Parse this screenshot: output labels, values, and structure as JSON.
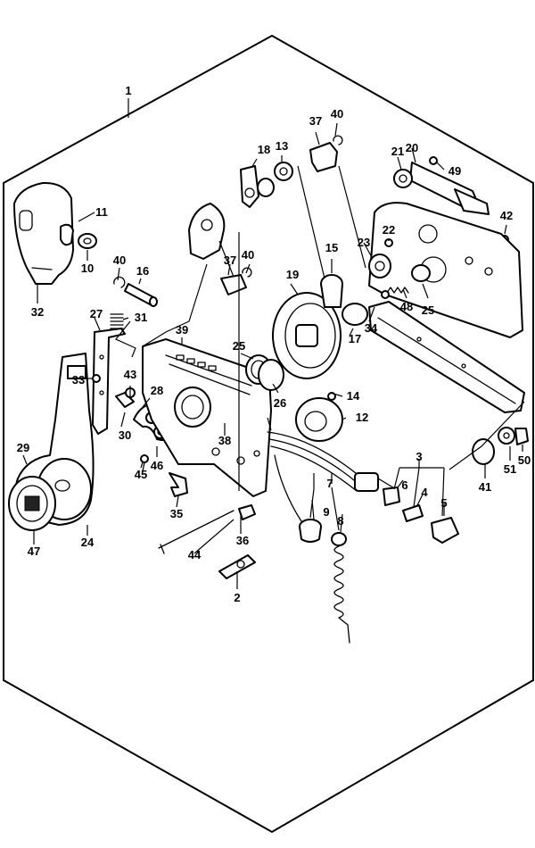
{
  "diagram": {
    "callouts": {
      "c1": "1",
      "c2": "2",
      "c3": "3",
      "c4": "4",
      "c5": "5",
      "c6": "6",
      "c7": "7",
      "c8": "8",
      "c9": "9",
      "c10": "10",
      "c11": "11",
      "c12": "12",
      "c13": "13",
      "c14": "14",
      "c15": "15",
      "c16": "16",
      "c17": "17",
      "c18": "18",
      "c19": "19",
      "c20": "20",
      "c21": "21",
      "c22": "22",
      "c23": "23",
      "c24": "24",
      "c25a": "25",
      "c25b": "25",
      "c26": "26",
      "c27": "27",
      "c28": "28",
      "c29": "29",
      "c30": "30",
      "c31": "31",
      "c32": "32",
      "c33": "33",
      "c34": "34",
      "c35": "35",
      "c36": "36",
      "c37a": "37",
      "c37b": "37",
      "c38": "38",
      "c39": "39",
      "c40a": "40",
      "c40b": "40",
      "c40c": "40",
      "c41": "41",
      "c42": "42",
      "c43": "43",
      "c44": "44",
      "c45": "45",
      "c46": "46",
      "c47": "47",
      "c48": "48",
      "c49": "49",
      "c50": "50",
      "c51": "51"
    }
  }
}
